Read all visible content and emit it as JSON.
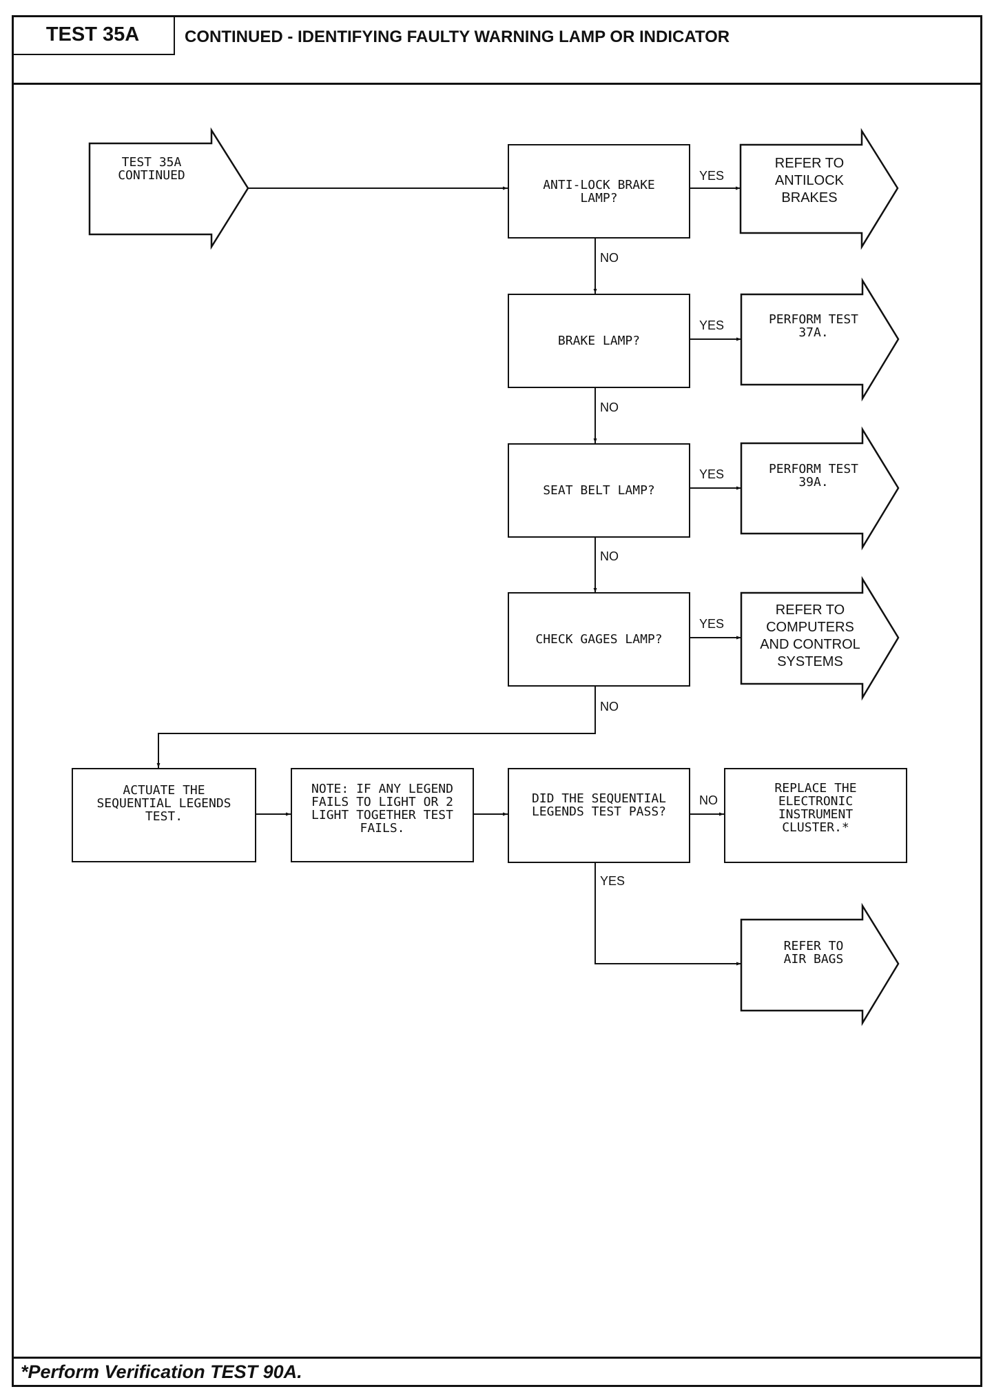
{
  "header": {
    "test_id": "TEST 35A",
    "title": "CONTINUED - IDENTIFYING FAULTY WARNING LAMP OR INDICATOR"
  },
  "flow": {
    "start": "TEST 35A\nCONTINUED",
    "q1": "ANTI-LOCK BRAKE\nLAMP?",
    "q2": "BRAKE LAMP?",
    "q3": "SEAT BELT LAMP?",
    "q4": "CHECK GAGES LAMP?",
    "a1": "REFER TO\nANTILOCK\nBRAKES",
    "a2": "PERFORM TEST\n37A.",
    "a3": "PERFORM TEST\n39A.",
    "a4": "REFER TO\nCOMPUTERS\nAND CONTROL\nSYSTEMS",
    "actuate": "ACTUATE THE\nSEQUENTIAL LEGENDS\nTEST.",
    "note": "NOTE: IF ANY LEGEND\nFAILS TO LIGHT OR 2\nLIGHT TOGETHER TEST\nFAILS.",
    "q5": "DID THE SEQUENTIAL\nLEGENDS TEST PASS?",
    "replace": "REPLACE THE\nELECTRONIC\nINSTRUMENT\nCLUSTER.*",
    "airbags": "REFER TO\nAIR BAGS",
    "yes": "YES",
    "no": "NO"
  },
  "footer": {
    "note": "*Perform Verification TEST 90A."
  }
}
